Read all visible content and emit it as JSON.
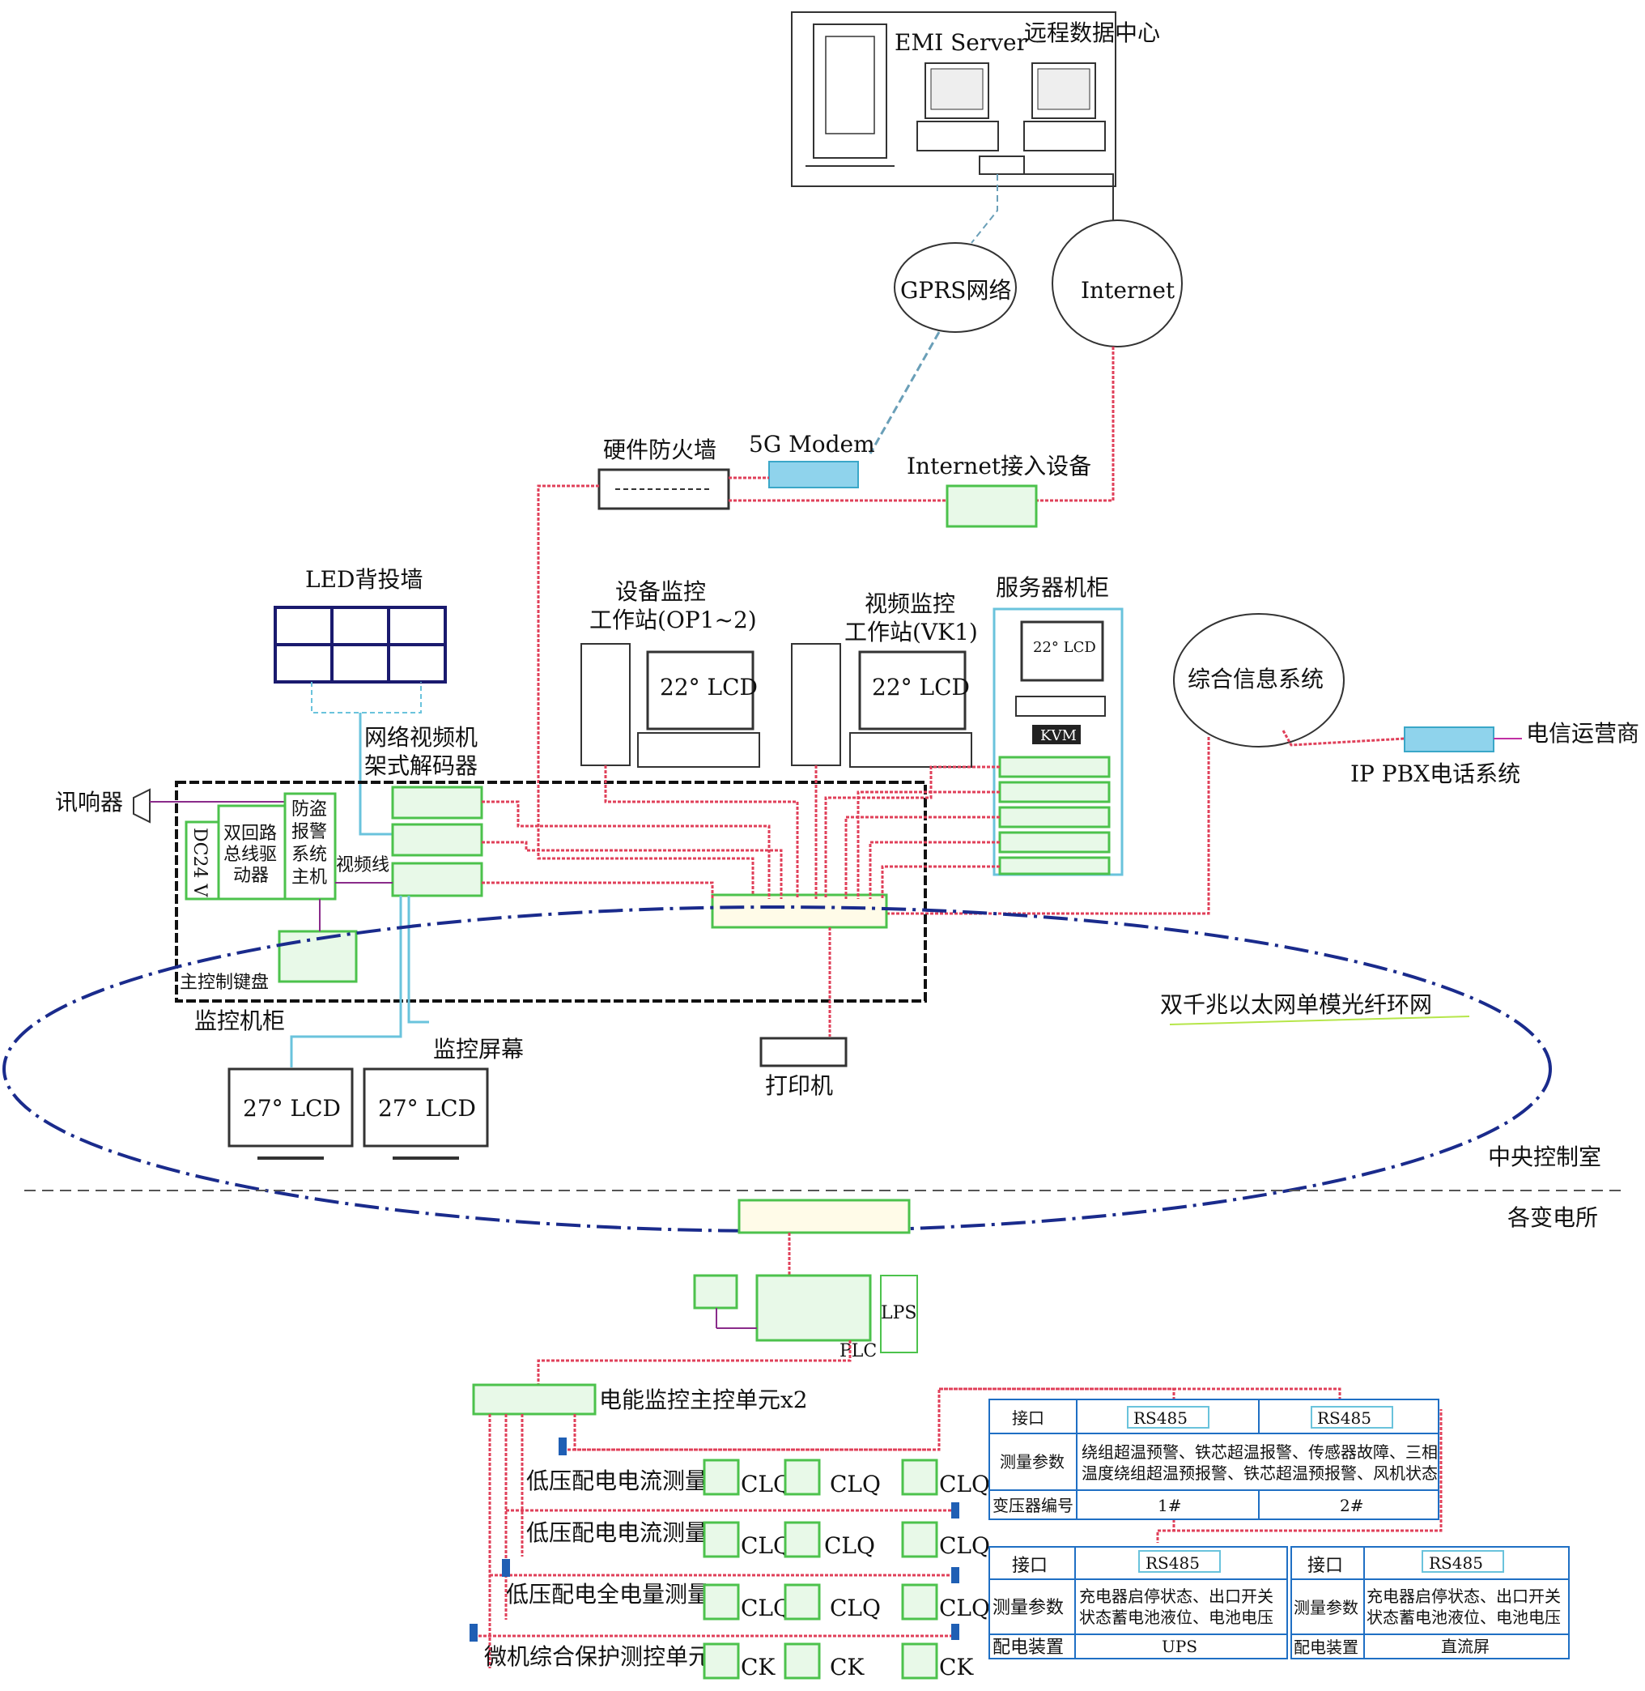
{
  "top": {
    "emi_server": "EMI Server",
    "remote_center": "远程数据中心",
    "gprs": "GPRS网络",
    "internet": "Internet",
    "firewall": "硬件防火墙",
    "modem": "5G Modem",
    "internet_access": "Internet接入设备"
  },
  "control_room": {
    "led_wall": "LED背投墙",
    "op_station_line1": "设备监控",
    "op_station_line2": "工作站(OP1~2)",
    "vk_station_line1": "视频监控",
    "vk_station_line2": "工作站(VK1)",
    "server_cabinet": "服务器机柜",
    "lcd22": "22° LCD",
    "kvm": "KVM",
    "info_system": "综合信息系统",
    "telecom": "电信运营商",
    "ip_pbx": "IP PBX电话系统",
    "decoder_line1": "网络视频机",
    "decoder_line2": "架式解码器",
    "siren": "讯响器",
    "dc24": "DC24 V",
    "bus_driver_line1": "双回路",
    "bus_driver_line2": "总线驱",
    "bus_driver_line3": "动器",
    "alarm_line1": "防盗",
    "alarm_line2": "报警",
    "alarm_line3": "系统",
    "alarm_line4": "主机",
    "video_line": "视频线",
    "keyboard": "主控制键盘",
    "monitor_cabinet": "监控机柜",
    "monitor_screen": "监控屏幕",
    "lcd27": "27° LCD",
    "printer": "打印机",
    "ring_network": "双千兆以太网单模光纤环网",
    "central_room": "中央控制室",
    "substations": "各变电所"
  },
  "substation": {
    "lps": "LPS",
    "plc": "PLC",
    "master_unit": "电能监控主控单元x2",
    "rows": [
      {
        "label": "低压配电电流测量",
        "device": "CLQ"
      },
      {
        "label": "低压配电电流测量",
        "device": "CLQ"
      },
      {
        "label": "低压配电全电量测量",
        "device": "CLQ"
      },
      {
        "label": "微机综合保护测控单元",
        "device": "CK"
      }
    ]
  },
  "tables": {
    "transformer": {
      "interface_label": "接口",
      "rs485": "RS485",
      "params_label": "测量参数",
      "params_line1": "绕组超温预警、铁芯超温报警、传感器故障、三相",
      "params_line2": "温度绕组超温预报警、铁芯超温预报警、风机状态",
      "id_label": "变压器编号",
      "ids": [
        "1#",
        "2#"
      ]
    },
    "ups": {
      "interface_label": "接口",
      "rs485": "RS485",
      "params_label": "测量参数",
      "params_line1": "充电器启停状态、出口开关",
      "params_line2": "状态蓄电池液位、电池电压",
      "device_label": "配电装置",
      "device": "UPS"
    },
    "dc": {
      "interface_label": "接口",
      "rs485": "RS485",
      "params_label": "测量参数",
      "params_line1": "充电器启停状态、出口开关",
      "params_line2": "状态蓄电池液位、电池电压",
      "device_label": "配电装置",
      "device": "直流屏"
    }
  }
}
